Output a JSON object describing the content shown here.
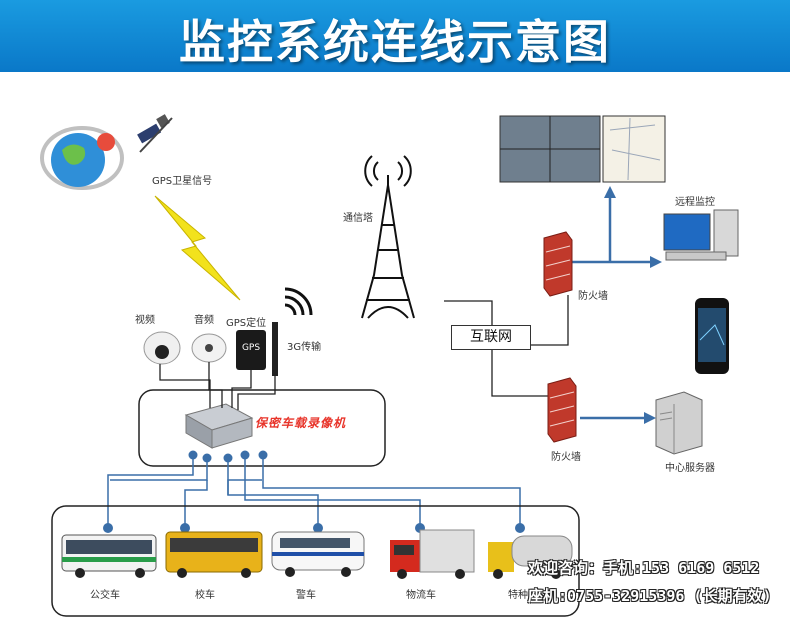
{
  "header": {
    "title": "监控系统连线示意图",
    "color": "#0a78c8"
  },
  "labels": {
    "gps_signal": "GPS卫星信号",
    "tower": "通信塔",
    "video": "视频",
    "audio": "音频",
    "gps_locate": "GPS定位",
    "transmit_3g": "3G传输",
    "dvr": "保密车载录像机",
    "internet": "互联网",
    "firewall_top": "防火墙",
    "firewall_bottom": "防火墙",
    "remote_monitor": "远程监控",
    "center_server": "中心服务器",
    "gps_device_text": "GPS"
  },
  "vehicles": [
    "公交车",
    "校车",
    "警车",
    "物流车",
    "特种车"
  ],
  "contact": {
    "phone_line": "欢迎咨询：手机:153 6169 6512",
    "landline": "座机:0755-32915396 (长期有效)"
  },
  "colors": {
    "line": "#3a6ea8",
    "brand": "#1a8ad6",
    "firewall": "#c0392b",
    "dvr_label": "#e8342a"
  }
}
